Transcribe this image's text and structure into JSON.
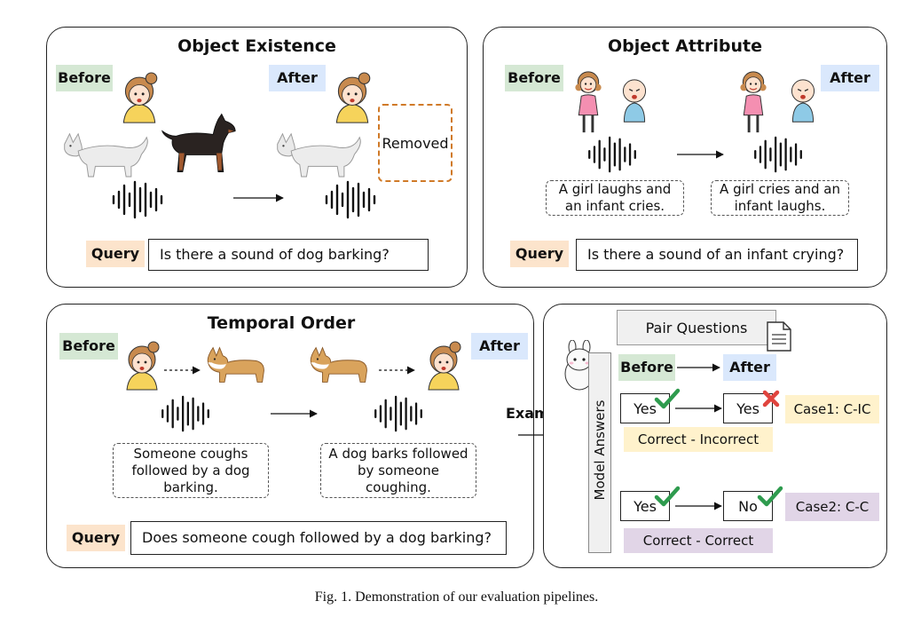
{
  "panels": {
    "existence": {
      "title": "Object Existence",
      "before": "Before",
      "after": "After",
      "removed": "Removed",
      "query_label": "Query",
      "query": "Is there a sound of dog barking?"
    },
    "attribute": {
      "title": "Object Attribute",
      "before": "Before",
      "after": "After",
      "before_caption": "A girl laughs and\nan infant cries.",
      "after_caption": "A girl cries and an\ninfant laughs.",
      "query_label": "Query",
      "query": "Is there a sound of an infant crying?"
    },
    "temporal": {
      "title": "Temporal Order",
      "before": "Before",
      "after": "After",
      "before_caption": "Someone coughs\nfollowed by a dog\nbarking.",
      "after_caption": "A dog barks followed\nby someone\ncoughing.",
      "query_label": "Query",
      "query": "Does someone cough followed by a dog barking?"
    },
    "answers": {
      "examples": "Examples",
      "pair_questions": "Pair Questions",
      "model_answers": "Model Answers",
      "before": "Before",
      "after": "After",
      "case1": {
        "before_answer": "Yes",
        "after_answer": "Yes",
        "result": "Correct - Incorrect",
        "case": "Case1: C-IC"
      },
      "case2": {
        "before_answer": "Yes",
        "after_answer": "No",
        "result": "Correct - Correct",
        "case": "Case2: C-C"
      }
    }
  },
  "colors": {
    "before_tag": "#d5e8d4",
    "after_tag": "#dae8fc",
    "query_tag": "#fce4cc",
    "case1": "#fff2cc",
    "case2": "#e1d5e7",
    "removed_border": "#d07a28",
    "check": "#2e9b4e",
    "cross": "#e0443e"
  },
  "caption": "Fig. 1.  Demonstration of our evaluation pipelines."
}
